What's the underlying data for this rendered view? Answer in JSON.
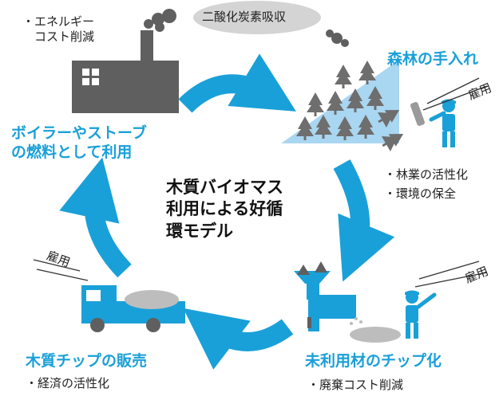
{
  "center_title": "木質バイオマス\n利用による好循\n環モデル",
  "co2_bubble": "二酸化炭素吸収",
  "factory": {
    "note": "・エネルギー\n　コスト削減"
  },
  "boiler": {
    "title": "ボイラーやストーブ\nの燃料として利用"
  },
  "forest": {
    "title": "森林の手入れ",
    "notes": [
      "・林業の活性化",
      "・環境の保全"
    ]
  },
  "chip_process": {
    "title": "未利用材のチップ化",
    "note": "・廃棄コスト削減"
  },
  "chip_sales": {
    "title": "木質チップの販売",
    "note": "・経済の活性化"
  },
  "employment_label": "雇用",
  "colors": {
    "accent": "#1aa0d8",
    "forest_bg": "#a9d6f1",
    "tree": "#6e6e6e",
    "factory": "#5f5f5f",
    "cloud": "#d4d4d4",
    "pile": "#bdbdbd"
  }
}
